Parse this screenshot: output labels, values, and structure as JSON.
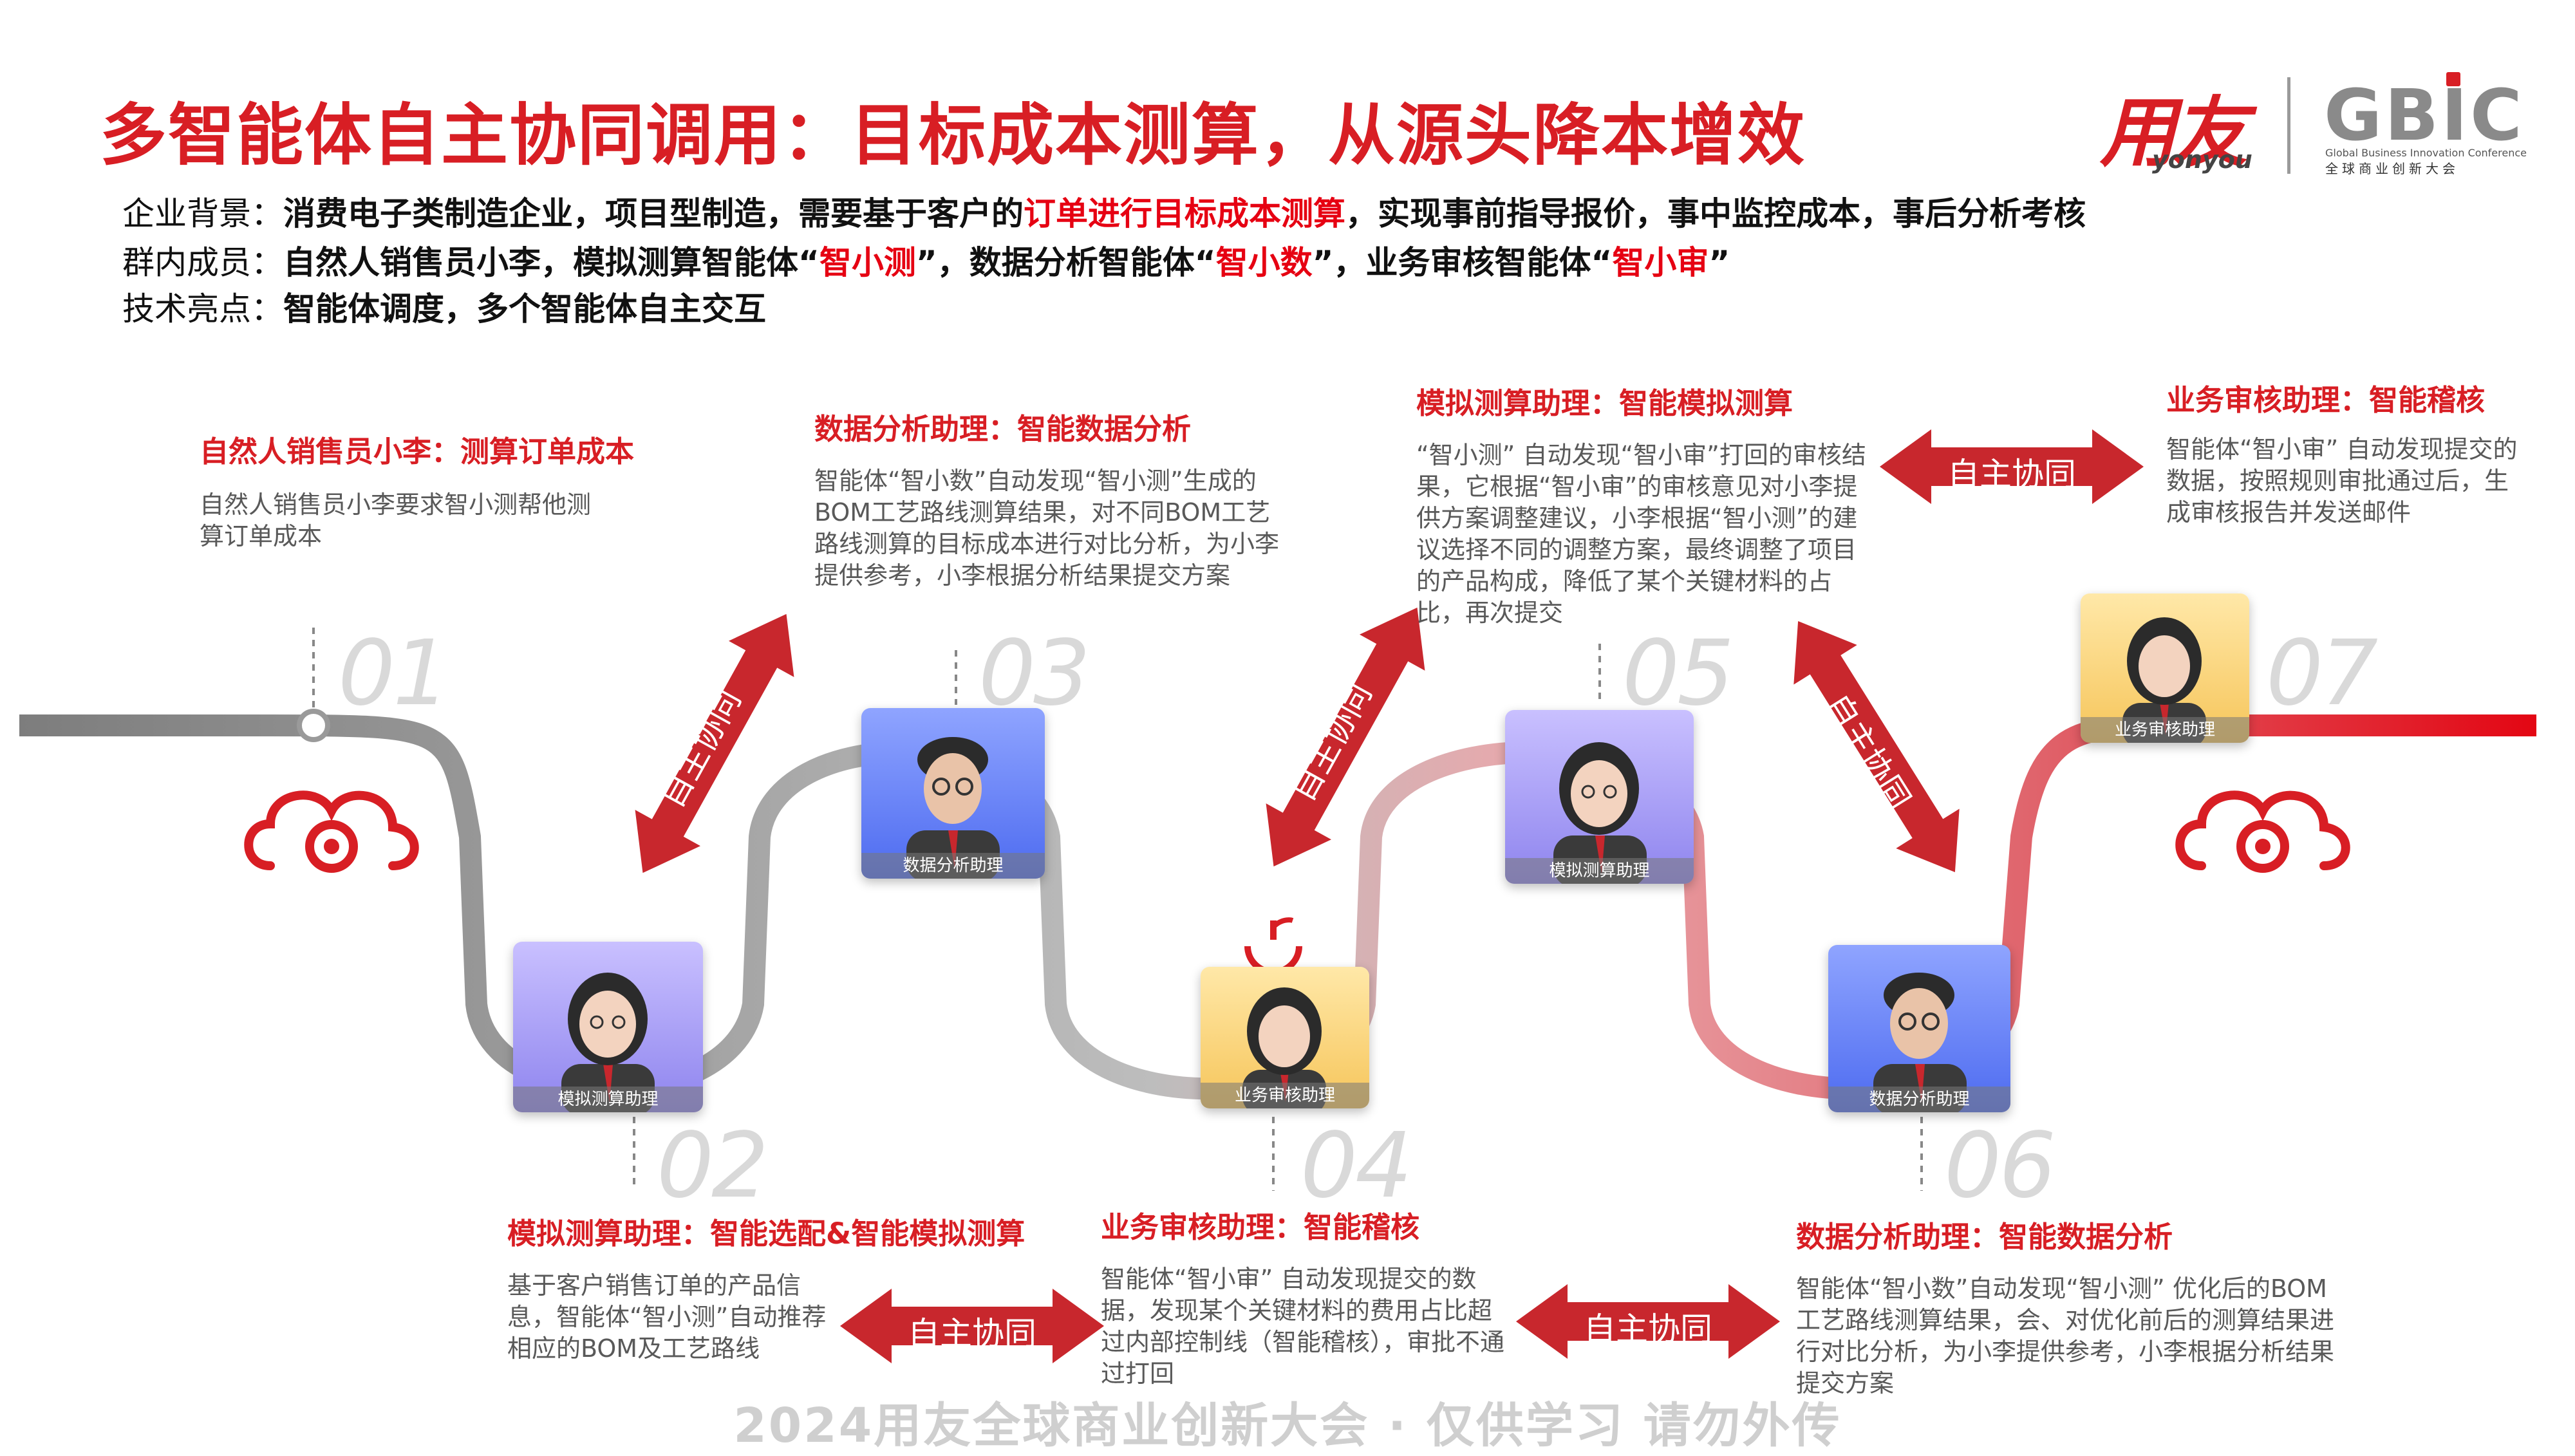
{
  "title": "多智能体自主协同调用：目标成本测算，从源头降本增效",
  "logo": {
    "brand_cn": "用友",
    "brand_en": "yonyou",
    "gbic": "GBIC",
    "gbic_en": "Global Business Innovation Conference",
    "gbic_cn": "全球商业创新大会"
  },
  "info": {
    "bg_label": "企业背景：",
    "bg_text1": "消费电子类制造企业，项目型制造，需要基于客户的",
    "bg_hl": "订单进行目标成本测算",
    "bg_text2": "，实现事前指导报价，事中监控成本，事后分析考核",
    "mem_label": "群内成员：",
    "mem_text1": "自然人销售员小李，模拟测算智能体“",
    "mem_hl1": "智小测",
    "mem_text2": "”，数据分析智能体“",
    "mem_hl2": "智小数",
    "mem_text3": "”，业务审核智能体“",
    "mem_hl3": "智小审",
    "mem_text4": "”",
    "tech_label": "技术亮点：",
    "tech_text": "智能体调度，多个智能体自主交互"
  },
  "steps": [
    {
      "num": "01",
      "title": "自然人销售员小李：测算订单成本",
      "desc": "自然人销售员小李要求智小测帮他测算订单成本"
    },
    {
      "num": "02",
      "title": "模拟测算助理：智能选配&智能模拟测算",
      "desc": "基于客户销售订单的产品信息，智能体“智小测”自动推荐相应的BOM及工艺路线"
    },
    {
      "num": "03",
      "title": "数据分析助理：智能数据分析",
      "desc": "智能体“智小数”自动发现“智小测”生成的BOM工艺路线测算结果，对不同BOM工艺路线测算的目标成本进行对比分析，为小李提供参考，小李根据分析结果提交方案"
    },
    {
      "num": "04",
      "title": "业务审核助理：智能稽核",
      "desc": "智能体“智小审” 自动发现提交的数据，发现某个关键材料的费用占比超过内部控制线（智能稽核），审批不通过打回"
    },
    {
      "num": "05",
      "title": "模拟测算助理：智能模拟测算",
      "desc": "“智小测” 自动发现“智小审”打回的审核结果，它根据“智小审”的审核意见对小李提供方案调整建议，小李根据“智小测”的建议选择不同的调整方案，最终调整了项目的产品构成，降低了某个关键材料的占比，再次提交"
    },
    {
      "num": "06",
      "title": "数据分析助理：智能数据分析",
      "desc": "智能体“智小数”自动发现“智小测” 优化后的BOM工艺路线测算结果，会、对优化前后的测算结果进行对比分析，为小李提供参考，小李根据分析结果提交方案"
    },
    {
      "num": "07",
      "title": "业务审核助理：智能稽核",
      "desc": "智能体“智小审” 自动发现提交的数据，按照规则审批通过后，生成审核报告并发送邮件"
    }
  ],
  "cards": {
    "c2": "模拟测算助理",
    "c3": "数据分析助理",
    "c4": "业务审核助理",
    "c5": "模拟测算助理",
    "c6": "数据分析助理",
    "c7": "业务审核助理"
  },
  "arrows": {
    "label": "自主协同"
  },
  "footer": "2024用友全球商业创新大会 · 仅供学习 请勿外传",
  "colors": {
    "accent": "#d81e24",
    "gray_path": "#9e9e9e",
    "pink_path": "#e07a80"
  }
}
